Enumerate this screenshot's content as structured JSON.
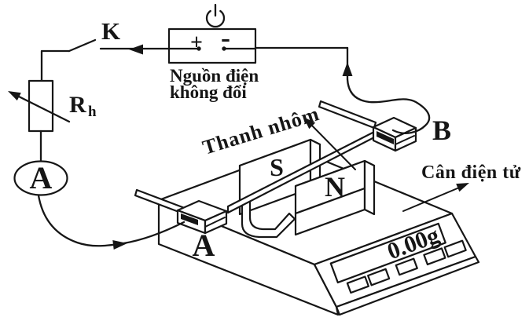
{
  "figure": {
    "background": "#ffffff",
    "ink": "#161616",
    "power_supply": {
      "label_line1": "Nguồn điện",
      "label_line2": "không đổi",
      "plus": "+",
      "minus": "-"
    },
    "switch_label": "K",
    "rheostat_label": "R",
    "rheostat_label_sub": "h",
    "ammeter_label": "A",
    "bar_annotation": "Thanh nhôm",
    "scale_annotation": "Cân điện tử",
    "terminal_left": "A",
    "terminal_right": "B",
    "magnet": {
      "south_pole": "S",
      "north_pole": "N"
    },
    "scale_display_value": "0.00g"
  }
}
